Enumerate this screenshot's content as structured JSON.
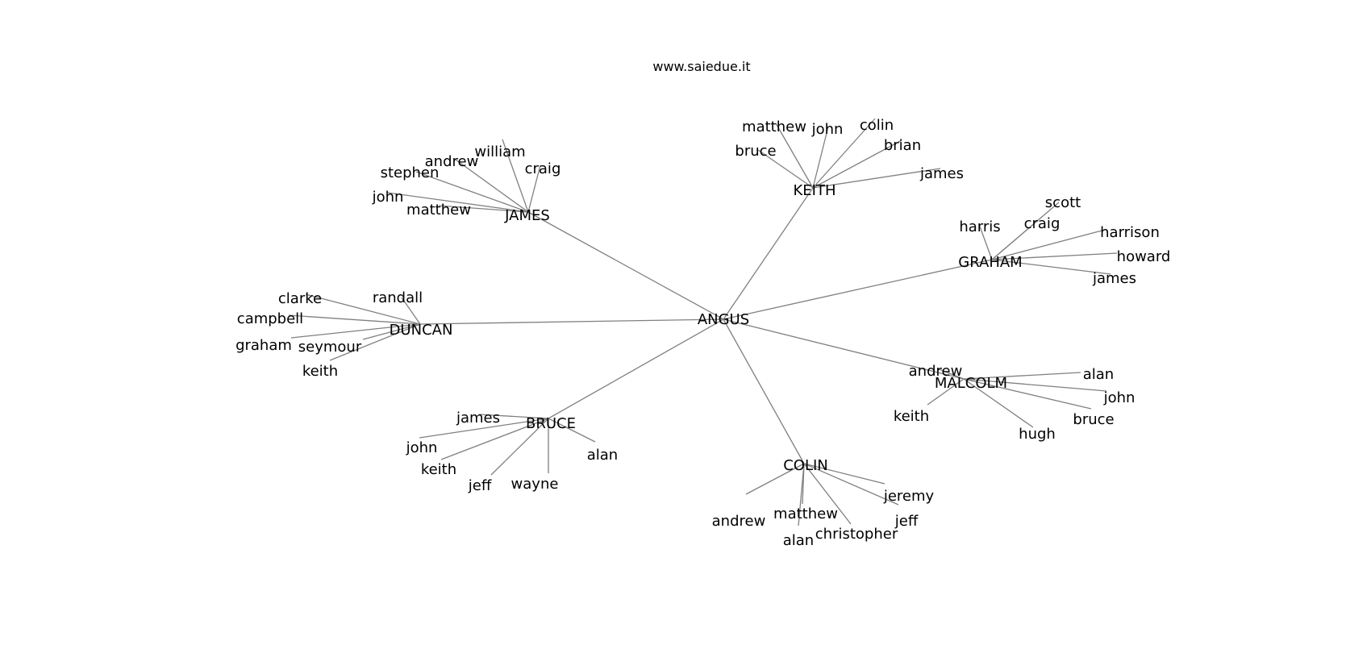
{
  "header": {
    "site": "www.saiedue.it"
  },
  "colors": {
    "edge": "#808080",
    "text": "#000000",
    "background": "#ffffff"
  },
  "tree": {
    "root": "ANGUS",
    "groups": [
      {
        "name": "KEITH",
        "children": [
          "matthew",
          "john",
          "colin",
          "bruce",
          "brian",
          "james"
        ]
      },
      {
        "name": "JAMES",
        "children": [
          "william",
          "andrew",
          "stephen",
          "craig",
          "john",
          "matthew"
        ]
      },
      {
        "name": "GRAHAM",
        "children": [
          "scott",
          "craig",
          "harris",
          "harrison",
          "howard",
          "james"
        ]
      },
      {
        "name": "DUNCAN",
        "children": [
          "clarke",
          "randall",
          "campbell",
          "graham",
          "seymour",
          "keith"
        ]
      },
      {
        "name": "MALCOLM",
        "children": [
          "andrew",
          "alan",
          "john",
          "keith",
          "bruce",
          "hugh"
        ]
      },
      {
        "name": "BRUCE",
        "children": [
          "james",
          "john",
          "keith",
          "alan",
          "jeff",
          "wayne"
        ]
      },
      {
        "name": "COLIN",
        "children": [
          "jeremy",
          "andrew",
          "matthew",
          "jeff",
          "christopher",
          "alan"
        ]
      }
    ]
  }
}
